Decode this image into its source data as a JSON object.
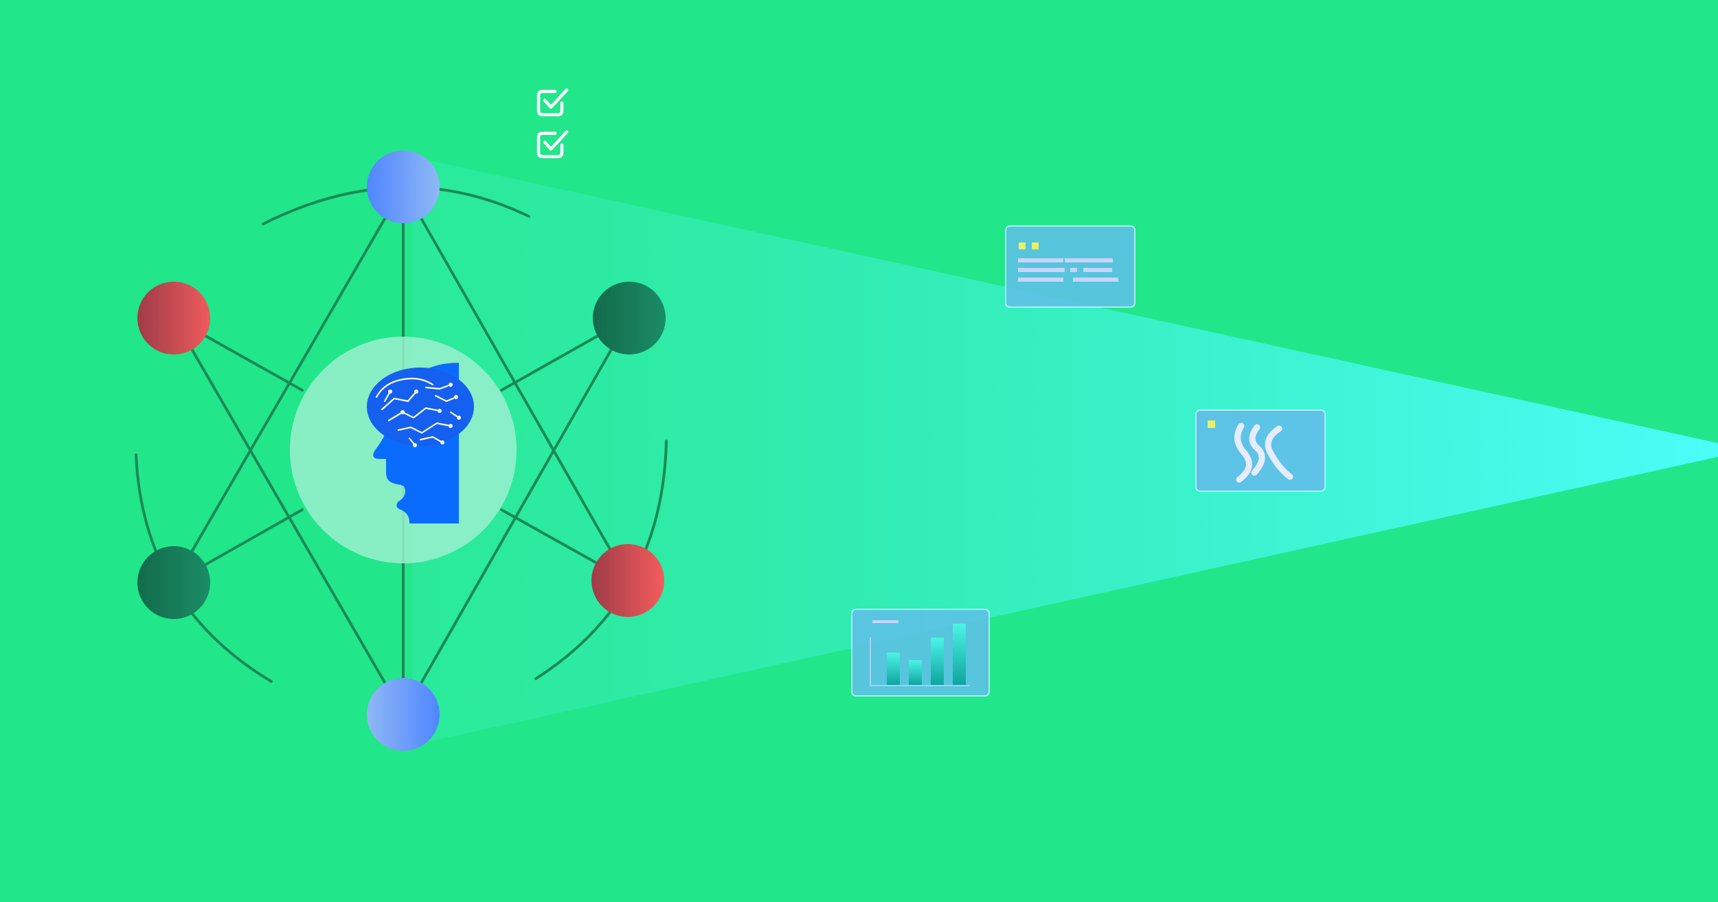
{
  "colors": {
    "background": "#22E68A",
    "edge": "#1A8A55",
    "beam_start": "#30ECA6",
    "beam_end": "#4AFDF8",
    "node_blue": "#4F86FF",
    "node_blue_light": "#8FB8F5",
    "node_red": "#EF5B5B",
    "node_red_dark": "#9E3C48",
    "node_green": "#1A8C66",
    "node_green_dark": "#136B4B",
    "hub_fill": "#9AF0CF",
    "head_blue": "#0A6CFF",
    "card_fill": "#60BEE9",
    "card_accent": "#E9F06A",
    "card_line": "#C9D4FF",
    "bar_top": "#4BF4E6",
    "bar_bottom": "#0EA59F"
  },
  "icons": {
    "hub": "human-head-brain-circuit-icon",
    "checklist": "check-square-icon",
    "document_card": "document-text-icon",
    "logo_card": "intertwined-knot-icon",
    "chart_card": "bar-chart-icon"
  },
  "network": {
    "node_colors": [
      "blue",
      "red",
      "green",
      "green",
      "red",
      "blue"
    ],
    "edge_count": 12
  },
  "checklist": {
    "items_checked": [
      true,
      true
    ]
  },
  "chart_card": {
    "bar_levels": [
      0.5,
      0.38,
      0.73,
      0.95
    ]
  }
}
